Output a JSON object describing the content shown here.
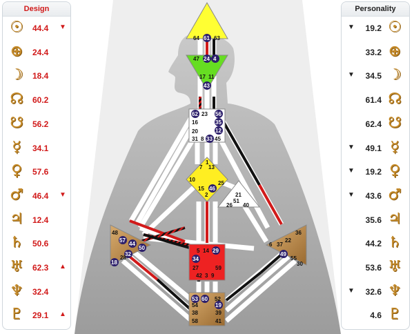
{
  "design": {
    "title": "Design",
    "rows": [
      {
        "glyph": "☉",
        "value": "44.4",
        "arrow": "▼"
      },
      {
        "glyph": "⊕",
        "value": "24.4",
        "arrow": ""
      },
      {
        "glyph": "☽",
        "value": "18.4",
        "arrow": ""
      },
      {
        "glyph": "☊",
        "value": "60.2",
        "arrow": ""
      },
      {
        "glyph": "☋",
        "value": "56.2",
        "arrow": ""
      },
      {
        "glyph": "☿",
        "value": "34.1",
        "arrow": ""
      },
      {
        "glyph": "♀",
        "value": "57.6",
        "arrow": ""
      },
      {
        "glyph": "♂",
        "value": "46.4",
        "arrow": "▼"
      },
      {
        "glyph": "♃",
        "value": "12.4",
        "arrow": ""
      },
      {
        "glyph": "♄",
        "value": "50.6",
        "arrow": ""
      },
      {
        "glyph": "♅",
        "value": "62.3",
        "arrow": "▲"
      },
      {
        "glyph": "♆",
        "value": "32.4",
        "arrow": ""
      },
      {
        "glyph": "♇",
        "value": "29.1",
        "arrow": "▲"
      }
    ]
  },
  "personality": {
    "title": "Personality",
    "rows": [
      {
        "glyph": "☉",
        "value": "19.2",
        "arrow": "▼"
      },
      {
        "glyph": "⊕",
        "value": "33.2",
        "arrow": ""
      },
      {
        "glyph": "☽",
        "value": "34.5",
        "arrow": "▼"
      },
      {
        "glyph": "☊",
        "value": "61.4",
        "arrow": ""
      },
      {
        "glyph": "☋",
        "value": "62.4",
        "arrow": ""
      },
      {
        "glyph": "☿",
        "value": "49.1",
        "arrow": "▼"
      },
      {
        "glyph": "♀",
        "value": "19.2",
        "arrow": "▼"
      },
      {
        "glyph": "♂",
        "value": "43.6",
        "arrow": "▼"
      },
      {
        "glyph": "♃",
        "value": "35.6",
        "arrow": ""
      },
      {
        "glyph": "♄",
        "value": "44.2",
        "arrow": ""
      },
      {
        "glyph": "♅",
        "value": "53.6",
        "arrow": ""
      },
      {
        "glyph": "♆",
        "value": "32.6",
        "arrow": "▼"
      },
      {
        "glyph": "♇",
        "value": "4.6",
        "arrow": ""
      }
    ]
  },
  "colors": {
    "design": "#d11a1a",
    "personality": "#111111",
    "glyph": "#c78d2c",
    "head_center": "#ffff33",
    "ajna_center": "#66dd22",
    "g_center": "#ffee22",
    "sacral_center": "#ee2222",
    "motor_center": "#b8864c"
  },
  "gates": {
    "head": [
      "64",
      "61",
      "63"
    ],
    "ajna": [
      "47",
      "24",
      "4",
      "17",
      "11",
      "43"
    ],
    "throat": [
      "62",
      "23",
      "56",
      "16",
      "35",
      "20",
      "12",
      "31",
      "8",
      "33",
      "45"
    ],
    "g": [
      "1",
      "7",
      "13",
      "10",
      "25",
      "15",
      "46",
      "2"
    ],
    "heart": [
      "21",
      "51",
      "26",
      "40"
    ],
    "spleen": [
      "48",
      "57",
      "44",
      "50",
      "32",
      "28",
      "18"
    ],
    "solar": [
      "36",
      "6",
      "37",
      "22",
      "49",
      "55",
      "30"
    ],
    "sacral": [
      "5",
      "14",
      "29",
      "34",
      "27",
      "59",
      "42",
      "3",
      "9"
    ],
    "root": [
      "53",
      "60",
      "52",
      "54",
      "19",
      "38",
      "39",
      "58",
      "41"
    ]
  }
}
